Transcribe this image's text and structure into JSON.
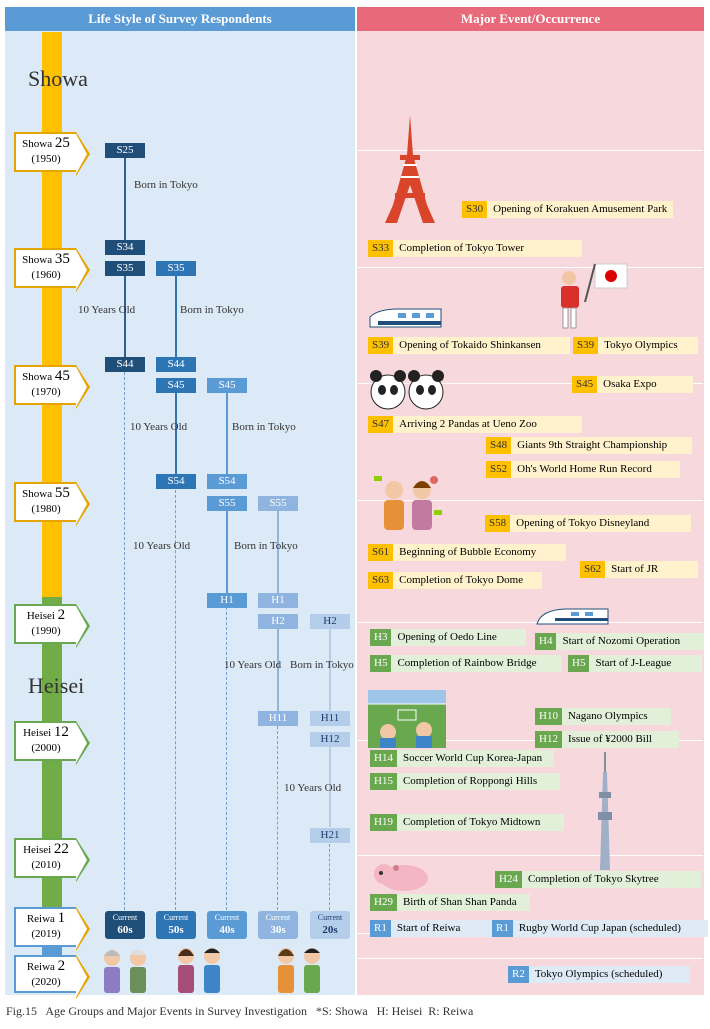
{
  "header": {
    "left": "Life Style of Survey Respondents",
    "right": "Major Event/Occurrence"
  },
  "eras": {
    "showa": "Showa",
    "heisei": "Heisei"
  },
  "years": [
    {
      "name": "Showa",
      "num": "25",
      "year": "(1950)"
    },
    {
      "name": "Showa",
      "num": "35",
      "year": "(1960)"
    },
    {
      "name": "Showa",
      "num": "45",
      "year": "(1970)"
    },
    {
      "name": "Showa",
      "num": "55",
      "year": "(1980)"
    },
    {
      "name": "Heisei",
      "num": "2",
      "year": "(1990)"
    },
    {
      "name": "Heisei",
      "num": "12",
      "year": "(2000)"
    },
    {
      "name": "Heisei",
      "num": "22",
      "year": "(2010)"
    },
    {
      "name": "Reiwa",
      "num": "1",
      "year": "(2019)"
    },
    {
      "name": "Reiwa",
      "num": "2",
      "year": "(2020)"
    }
  ],
  "respondents": {
    "g60": {
      "start": "S25",
      "ten": "S34",
      "grow": "S35",
      "end": "S44",
      "born_note": "Born in Tokyo",
      "ten_note": "10 Years Old"
    },
    "g50": {
      "start": "S35",
      "ten": "S44",
      "grow": "S45",
      "end": "S54",
      "born_note": "Born in Tokyo",
      "ten_note": "10 Years Old"
    },
    "g40": {
      "start": "S45",
      "ten": "S54",
      "grow": "S55",
      "end": "H1",
      "born_note": "Born in Tokyo",
      "ten_note": "10 Years Old"
    },
    "g30": {
      "start": "S55",
      "ten": "H1",
      "grow": "H2",
      "end": "H11",
      "born_note": "Born in Tokyo",
      "ten_note": "10 Years Old"
    },
    "g20": {
      "start": "H2",
      "ten": "H11",
      "grow": "H12",
      "end": "H21",
      "born_note": "Born in Tokyo",
      "ten_note": "10 Years Old"
    }
  },
  "current": [
    {
      "label": "Current",
      "age": "60s"
    },
    {
      "label": "Current",
      "age": "50s"
    },
    {
      "label": "Current",
      "age": "40s"
    },
    {
      "label": "Current",
      "age": "30s"
    },
    {
      "label": "Current",
      "age": "20s"
    }
  ],
  "events": [
    {
      "tag": "S30",
      "text": "Opening of Korakuen Amusement Park"
    },
    {
      "tag": "S33",
      "text": "Completion of Tokyo Tower"
    },
    {
      "tag": "S39",
      "text": "Opening of Tokaido  Shinkansen"
    },
    {
      "tag": "S39",
      "text": "Tokyo Olympics"
    },
    {
      "tag": "S45",
      "text": "Osaka Expo"
    },
    {
      "tag": "S47",
      "text": "Arriving 2 Pandas at Ueno Zoo"
    },
    {
      "tag": "S48",
      "text": "Giants 9th Straight Championship"
    },
    {
      "tag": "S52",
      "text": "Oh's World Home Run Record"
    },
    {
      "tag": "S58",
      "text": "Opening of Tokyo Disneyland"
    },
    {
      "tag": "S61",
      "text": "Beginning of Bubble Economy"
    },
    {
      "tag": "S63",
      "text": "Completion of Tokyo Dome"
    },
    {
      "tag": "S62",
      "text": "Start of JR"
    },
    {
      "tag": "H3",
      "text": "Opening of Oedo Line"
    },
    {
      "tag": "H4",
      "text": "Start of Nozomi Operation"
    },
    {
      "tag": "H5",
      "text": "Completion of Rainbow Bridge"
    },
    {
      "tag": "H5",
      "text": "Start of J-League"
    },
    {
      "tag": "H10",
      "text": "Nagano Olympics"
    },
    {
      "tag": "H12",
      "text": "Issue of ¥2000 Bill"
    },
    {
      "tag": "H14",
      "text": "Soccer World Cup Korea-Japan"
    },
    {
      "tag": "H15",
      "text": "Completion of Roppongi Hills"
    },
    {
      "tag": "H19",
      "text": "Completion of Tokyo Midtown"
    },
    {
      "tag": "H24",
      "text": "Completion of Tokyo Skytree"
    },
    {
      "tag": "H29",
      "text": "Birth of Shan Shan Panda"
    },
    {
      "tag": "R1",
      "text": "Start of Reiwa"
    },
    {
      "tag": "R1",
      "text": "Rugby World Cup Japan (scheduled)"
    },
    {
      "tag": "R2",
      "text": "Tokyo Olympics (scheduled)"
    }
  ],
  "caption": "Fig.15   Age Groups and Major Events in Survey Investigation   *S: Showa   H: Heisei  R: Reiwa"
}
